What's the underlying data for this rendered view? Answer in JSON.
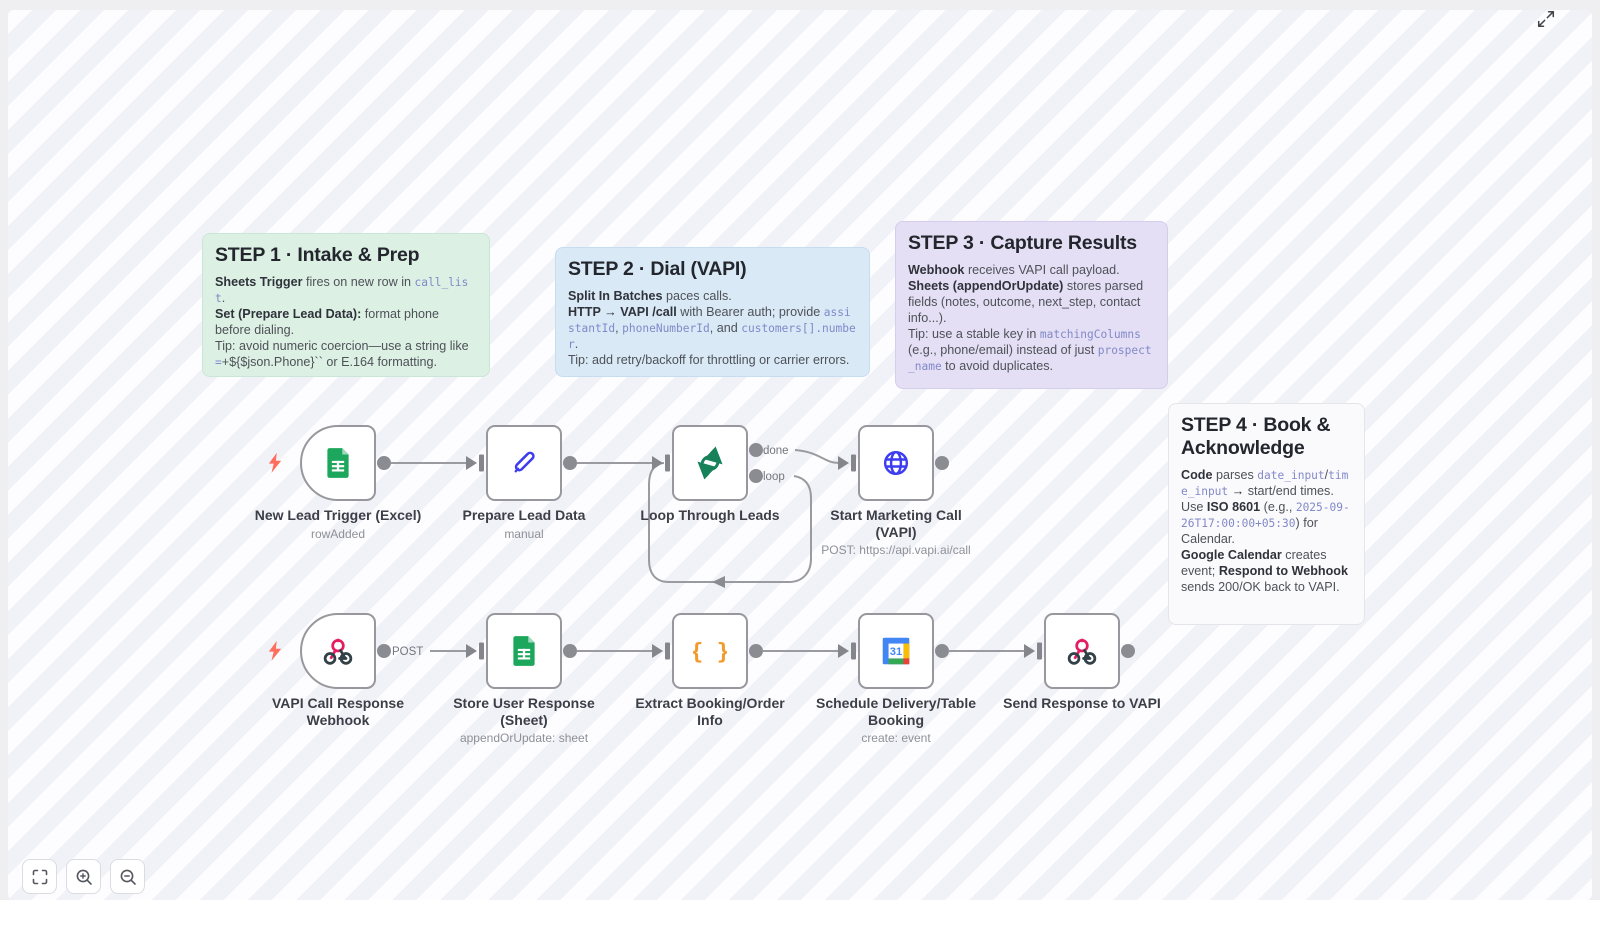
{
  "colors": {
    "note_green_bg": "#dcf1e4",
    "note_blue_bg": "#d9e9f6",
    "note_purple_bg": "#e4dff5",
    "note_plain_bg": "#fafafc",
    "code_text": "#8289c8",
    "connector_gray": "#9a9aa1",
    "node_border": "#97979d",
    "sheets_green": "#1ca75c",
    "pen_indigo": "#3e3cf0",
    "loop_green": "#17815a",
    "globe_blue": "#3e3cf0",
    "webhook_pink": "#e51e63",
    "webhook_dark": "#324047",
    "code_braces_orange": "#f39a2b",
    "calendar_blue": "#4285f4",
    "bolt_orange": "#ff6d5c"
  },
  "notes": [
    {
      "title": "STEP 1 · Intake & Prep",
      "paragraphs": [
        [
          {
            "t": "Sheets Trigger",
            "s": "b"
          },
          {
            "t": " fires on new row in ",
            "s": ""
          },
          {
            "t": "call_list",
            "s": "c"
          },
          {
            "t": ".",
            "s": ""
          }
        ],
        [
          {
            "t": "Set (Prepare Lead Data):",
            "s": "b"
          },
          {
            "t": " format phone before dialing.",
            "s": ""
          }
        ],
        [
          {
            "t": "Tip: avoid numeric coercion—use a string like ",
            "s": ""
          },
          {
            "t": "=",
            "s": "c"
          },
          {
            "t": "+${$json.Phone}`` or E.164 formatting.",
            "s": ""
          }
        ]
      ]
    },
    {
      "title": "STEP 2 · Dial (VAPI)",
      "paragraphs": [
        [
          {
            "t": "Split In Batches",
            "s": "b"
          },
          {
            "t": " paces calls.",
            "s": ""
          }
        ],
        [
          {
            "t": "HTTP → VAPI /call",
            "s": "b"
          },
          {
            "t": " with Bearer auth; provide ",
            "s": ""
          },
          {
            "t": "assistantId",
            "s": "c"
          },
          {
            "t": ", ",
            "s": ""
          },
          {
            "t": "phoneNumberId",
            "s": "c"
          },
          {
            "t": ", and ",
            "s": ""
          },
          {
            "t": "customers[].number",
            "s": "c"
          },
          {
            "t": ".",
            "s": ""
          }
        ],
        [
          {
            "t": "Tip: add retry/backoff for throttling or carrier errors.",
            "s": ""
          }
        ]
      ]
    },
    {
      "title": "STEP 3 · Capture Results",
      "paragraphs": [
        [
          {
            "t": "Webhook",
            "s": "b"
          },
          {
            "t": " receives VAPI call payload.",
            "s": ""
          }
        ],
        [
          {
            "t": "Sheets (appendOrUpdate)",
            "s": "b"
          },
          {
            "t": " stores parsed fields (notes, outcome, next_step, contact info...).",
            "s": ""
          }
        ],
        [
          {
            "t": "Tip: use a stable key in ",
            "s": ""
          },
          {
            "t": "matchingColumns",
            "s": "c"
          },
          {
            "t": " (e.g., phone/email) instead of just ",
            "s": ""
          },
          {
            "t": "prospect_name",
            "s": "c"
          },
          {
            "t": " to avoid duplicates.",
            "s": ""
          }
        ]
      ]
    },
    {
      "title": "STEP 4 · Book & Acknowledge",
      "paragraphs": [
        [
          {
            "t": "Code",
            "s": "b"
          },
          {
            "t": " parses ",
            "s": ""
          },
          {
            "t": "date_input",
            "s": "c"
          },
          {
            "t": "/",
            "s": ""
          },
          {
            "t": "time_input",
            "s": "c"
          },
          {
            "t": " ",
            "s": ""
          },
          {
            "t": "→",
            "s": "b"
          },
          {
            "t": " start/end times.",
            "s": ""
          }
        ],
        [
          {
            "t": "Use ",
            "s": ""
          },
          {
            "t": "ISO 8601",
            "s": "b"
          },
          {
            "t": " (e.g., ",
            "s": ""
          },
          {
            "t": "2025-09-26T17:00:00+05:30",
            "s": "c"
          },
          {
            "t": ") for Calendar.",
            "s": ""
          }
        ],
        [
          {
            "t": "Google Calendar",
            "s": "b"
          },
          {
            "t": " creates event; ",
            "s": ""
          },
          {
            "t": "Respond to Webhook",
            "s": "b"
          },
          {
            "t": " sends 200/OK back to VAPI.",
            "s": ""
          }
        ]
      ]
    }
  ],
  "nodes": [
    {
      "name": "New Lead Trigger (Excel)",
      "sub": "rowAdded",
      "icon": "google-sheets-icon",
      "shape": "trigger"
    },
    {
      "name": "Prepare Lead Data",
      "sub": "manual",
      "icon": "pencil-icon",
      "shape": "square"
    },
    {
      "name": "Loop Through Leads",
      "sub": "",
      "icon": "loop-arrows-icon",
      "shape": "square"
    },
    {
      "name": "Start Marketing Call (VAPI)",
      "sub": "POST: https://api.vapi.ai/call",
      "icon": "globe-icon",
      "shape": "square"
    },
    {
      "name": "VAPI Call Response Webhook",
      "sub": "",
      "icon": "webhook-icon",
      "shape": "trigger"
    },
    {
      "name": "Store User Response (Sheet)",
      "sub": "appendOrUpdate: sheet",
      "icon": "google-sheets-icon",
      "shape": "square"
    },
    {
      "name": "Extract Booking/Order Info",
      "sub": "",
      "icon": "code-braces-icon",
      "shape": "square"
    },
    {
      "name": "Schedule Delivery/Table Booking",
      "sub": "create: event",
      "icon": "google-calendar-icon",
      "shape": "square"
    },
    {
      "name": "Send Response to VAPI",
      "sub": "",
      "icon": "webhook-icon",
      "shape": "square"
    }
  ],
  "connections": {
    "done": "done",
    "loop": "loop",
    "post": "POST"
  },
  "controls": {
    "buttons": [
      "fit-view-icon",
      "zoom-in-icon",
      "zoom-out-icon"
    ],
    "expand": "expand-icon"
  }
}
